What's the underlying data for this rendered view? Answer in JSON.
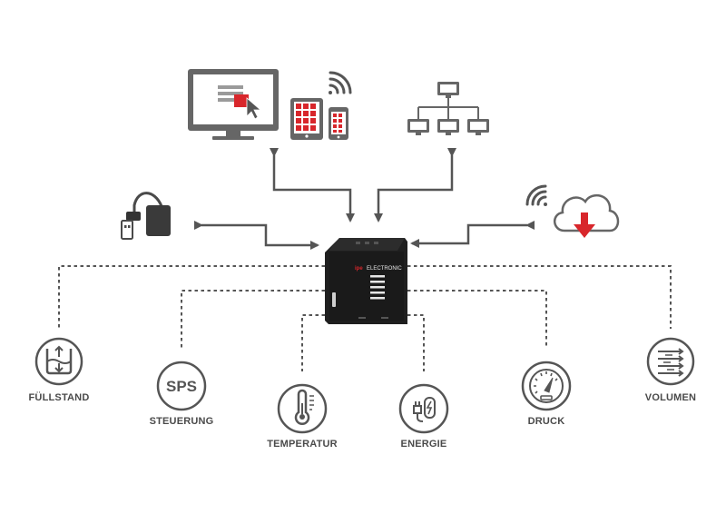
{
  "sensors": {
    "fuellstand": "FÜLLSTAND",
    "steuerung": "STEUERUNG",
    "temperatur": "TEMPERATUR",
    "energie": "ENERGIE",
    "druck": "DRUCK",
    "volumen": "VOLUMEN"
  },
  "sps_icon_text": "SPS",
  "device": {
    "brand_mark": "ipe",
    "brand_text": "ELECTRONIC"
  },
  "colors": {
    "line": "#555555",
    "icon": "#5a5a5a",
    "accent": "#d8262b",
    "device_body": "#1f1f1f"
  },
  "icons": [
    "monitor-icon",
    "tablet-icon",
    "phone-icon",
    "wifi-icon",
    "network-icon",
    "usb-stick-icon",
    "cloud-download-icon",
    "level-tank-icon",
    "sps-icon",
    "thermometer-icon",
    "energy-plug-icon",
    "pressure-gauge-icon",
    "volume-flow-icon"
  ]
}
